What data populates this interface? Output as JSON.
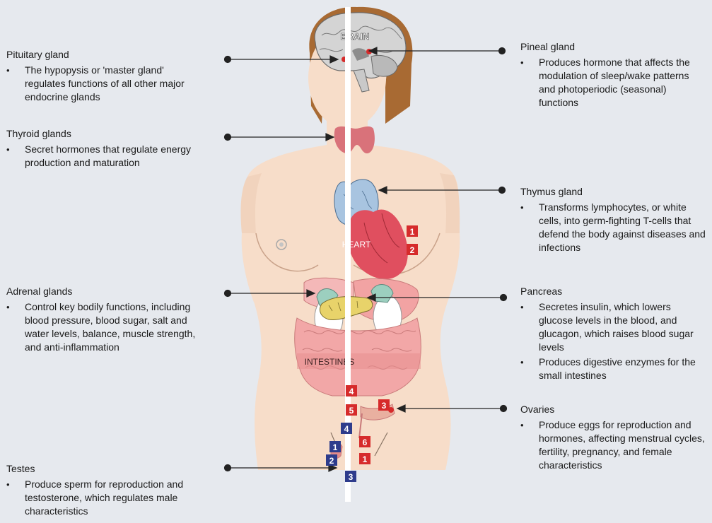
{
  "organs": {
    "brain": "BRAIN",
    "heart": "HEART",
    "intestines": "INTESTINES"
  },
  "labels": {
    "pituitary": {
      "title": "Pituitary gland",
      "bullets": [
        "The hypopysis or 'master gland' regulates functions of all other major endocrine glands"
      ]
    },
    "thyroid": {
      "title": "Thyroid glands",
      "bullets": [
        "Secret hormones that regulate energy production and maturation"
      ]
    },
    "adrenal": {
      "title": "Adrenal glands",
      "bullets": [
        "Control key bodily functions, including blood pressure, blood sugar, salt and water levels, balance, muscle strength, and anti-inflammation"
      ]
    },
    "testes": {
      "title": "Testes",
      "bullets": [
        "Produce sperm for reproduction and testosterone, which regulates male characteristics"
      ]
    },
    "pineal": {
      "title": "Pineal gland",
      "bullets": [
        "Produces hormone that affects the modulation of sleep/wake patterns and photoperiodic (seasonal) functions"
      ]
    },
    "thymus": {
      "title": "Thymus gland",
      "bullets": [
        "Transforms lymphocytes, or white cells, into germ-fighting T-cells that defend the body against diseases and infections"
      ]
    },
    "pancreas": {
      "title": "Pancreas",
      "bullets": [
        "Secretes insulin, which lowers glucose levels in the blood, and glucagon, which raises blood sugar levels",
        "Produces digestive enzymes for the small intestines"
      ]
    },
    "ovaries": {
      "title": "Ovaries",
      "bullets": [
        "Produce eggs for reproduction and hormones, affecting menstrual cycles, fertility, pregnancy, and female characteristics"
      ]
    }
  },
  "markers": {
    "red": {
      "heart_1": "1",
      "heart_2": "2",
      "r4": "4",
      "r5": "5",
      "r3": "3",
      "r6": "6",
      "r1": "1"
    },
    "blue": {
      "b4": "4",
      "b1": "1",
      "b2": "2",
      "b3": "3"
    }
  },
  "colors": {
    "background": "#e6e9ee",
    "skin_left": "#f7ddc9",
    "skin_right": "#f3d9c3",
    "hair": "#a86a33",
    "marker_red": "#d62b2b",
    "marker_blue": "#2e3c8c",
    "thyroid": "#d9727a",
    "thymus": "#a8c4e0",
    "heart": "#e04f5f",
    "pancreas": "#e8d36a",
    "adrenal": "#9ccfbf",
    "intestines": "#f2a7a7"
  }
}
